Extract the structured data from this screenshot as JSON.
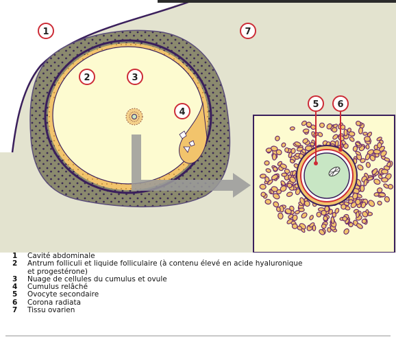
{
  "figure": {
    "callouts": [
      "1",
      "2",
      "3",
      "4",
      "5",
      "6",
      "7"
    ]
  },
  "legend": {
    "items": [
      {
        "num": "1",
        "text": "Cavité abdominale"
      },
      {
        "num": "2",
        "text": "Antrum folliculi et liquide folliculaire (à contenu élevé en acide hyaluronique"
      },
      {
        "num": "",
        "text": "et progestérone)"
      },
      {
        "num": "3",
        "text": "Nuage de cellules du cumulus et ovule"
      },
      {
        "num": "4",
        "text": "Cumulus relâché"
      },
      {
        "num": "5",
        "text": "Ovocyte secondaire"
      },
      {
        "num": "6",
        "text": "Corona radiata"
      },
      {
        "num": "7",
        "text": "Tissu ovarien"
      }
    ]
  },
  "colors": {
    "ovarian_tissue": "#e3e3cf",
    "theca": "#8b8a6e",
    "granulosa": "#f2c46c",
    "antrum": "#fdfbd0",
    "oocyte": "#c8e6c4",
    "membrane": "#3a1f5c",
    "callout_ring": "#cc2b36",
    "arrow": "#9a9a9a"
  }
}
